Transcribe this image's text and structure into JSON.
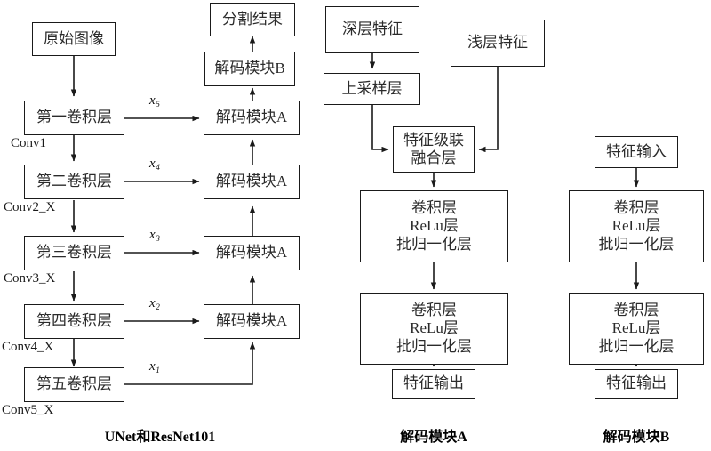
{
  "figure": {
    "type": "block-diagram",
    "background": "#ffffff",
    "line_color": "#1a1a1a",
    "text_color": "#2b2b2b"
  },
  "panels": [
    {
      "id": "unet-resnet101",
      "caption": "UNet和ResNet101"
    },
    {
      "id": "decode-module-a",
      "caption": "解码模块A"
    },
    {
      "id": "decode-module-b",
      "caption": "解码模块B"
    }
  ],
  "left_panel": {
    "input_box": "原始图像",
    "output_box": "分割结果",
    "encoder_boxes": [
      {
        "label": "第一卷积层",
        "tag": "Conv1"
      },
      {
        "label": "第二卷积层",
        "tag": "Conv2_X"
      },
      {
        "label": "第三卷积层",
        "tag": "Conv3_X"
      },
      {
        "label": "第四卷积层",
        "tag": "Conv4_X"
      },
      {
        "label": "第五卷积层",
        "tag": "Conv5_X"
      }
    ],
    "decoder_boxes": [
      {
        "label": "解码模块B"
      },
      {
        "label": "解码模块A"
      },
      {
        "label": "解码模块A"
      },
      {
        "label": "解码模块A"
      },
      {
        "label": "解码模块A"
      }
    ],
    "skip_labels": [
      {
        "base": "x",
        "sub": "5"
      },
      {
        "base": "x",
        "sub": "4"
      },
      {
        "base": "x",
        "sub": "3"
      },
      {
        "base": "x",
        "sub": "2"
      },
      {
        "base": "x",
        "sub": "1"
      }
    ]
  },
  "middle_panel": {
    "deep_feature": "深层特征",
    "shallow_feature": "浅层特征",
    "upsample": "上采样层",
    "concat_fusion_line1": "特征级联",
    "concat_fusion_line2": "融合层",
    "conv_block": {
      "line1": "卷积层",
      "line2": "ReLu层",
      "line3": "批归一化层"
    },
    "feature_output": "特征输出"
  },
  "right_panel": {
    "feature_input": "特征输入",
    "conv_block": {
      "line1": "卷积层",
      "line2": "ReLu层",
      "line3": "批归一化层"
    },
    "feature_output": "特征输出"
  }
}
